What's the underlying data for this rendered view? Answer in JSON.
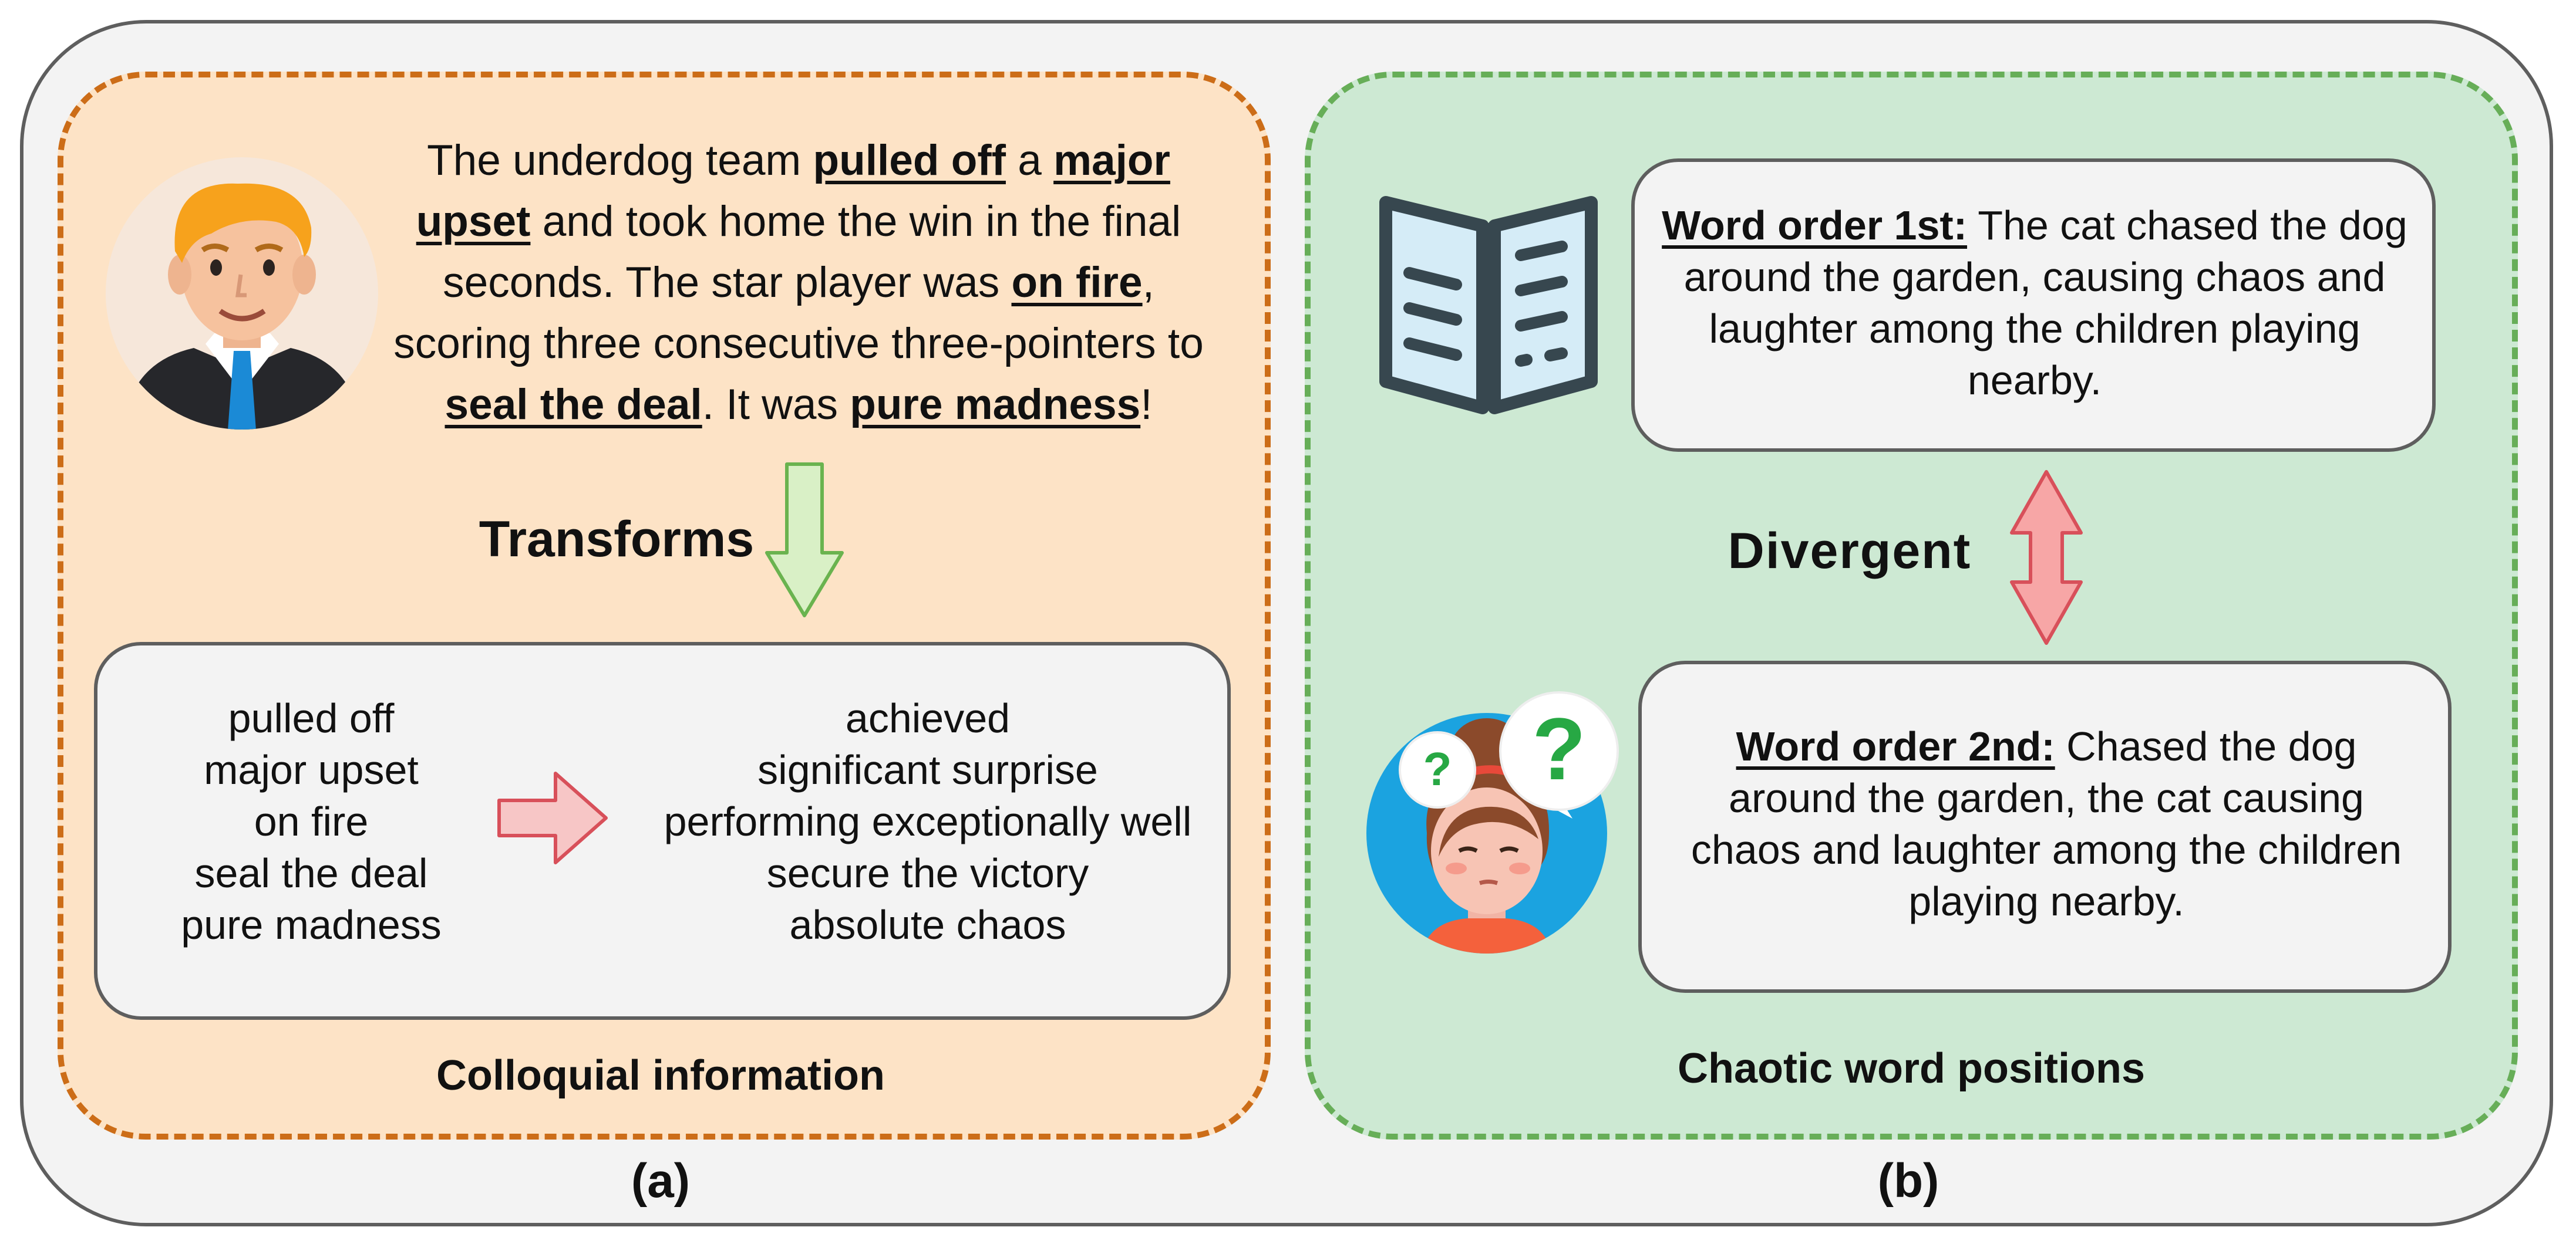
{
  "panel_a": {
    "paragraph": [
      {
        "t": "The underdog team ",
        "b": false
      },
      {
        "t": "pulled off",
        "b": true
      },
      {
        "t": " a ",
        "b": false
      },
      {
        "t": "major upset",
        "b": true
      },
      {
        "t": " and took home the win in the final seconds. The star player was ",
        "b": false
      },
      {
        "t": "on fire",
        "b": true
      },
      {
        "t": ", scoring three consecutive three-pointers to ",
        "b": false
      },
      {
        "t": "seal the deal",
        "b": true
      },
      {
        "t": ". It was ",
        "b": false
      },
      {
        "t": "pure madness",
        "b": true
      },
      {
        "t": "!",
        "b": false
      }
    ],
    "transforms_label": "Transforms",
    "colloquial_terms": [
      "pulled off",
      "major upset",
      "on fire",
      "seal the deal",
      "pure madness"
    ],
    "formal_terms": [
      "achieved",
      "significant surprise",
      "performing exceptionally well",
      "secure the victory",
      "absolute chaos"
    ],
    "caption": "Colloquial information",
    "label": "(a)"
  },
  "panel_b": {
    "order1_head": "Word order 1st:",
    "order1_text": " The cat chased the dog around the garden, causing chaos and laughter among the children playing nearby.",
    "divergent_label": "Divergent",
    "order2_head": "Word order 2nd:",
    "order2_text": " Chased the dog around the garden, the cat causing chaos and laughter among the children playing nearby.",
    "caption": "Chaotic word positions",
    "label": "(b)",
    "question_mark_small": "?",
    "question_mark_big": "?"
  },
  "colors": {
    "panel_a_fill": "#fde3c6",
    "panel_a_border": "#cc6d18",
    "panel_b_fill": "#cde9d3",
    "panel_b_border": "#67ae58",
    "green_arrow": "#d9f0c6",
    "red_arrow": "#f7a6a6"
  }
}
